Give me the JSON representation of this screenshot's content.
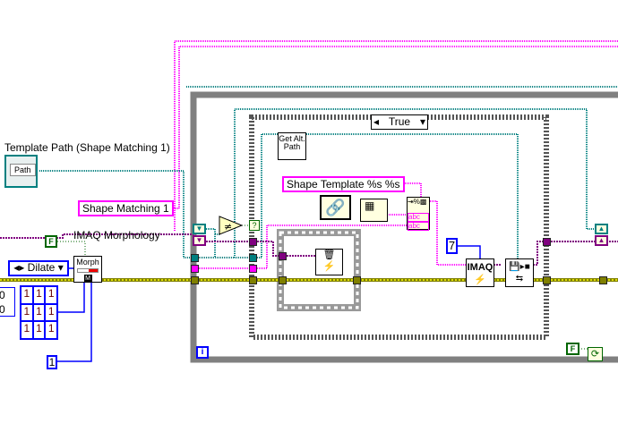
{
  "diagram": {
    "template_path_label": "Template Path (Shape Matching 1)",
    "template_path_text": "Path",
    "shape_matching_const": "Shape Matching 1",
    "morph_label": "IMAQ Morphology",
    "morph_node": "Morph",
    "false_const": "F",
    "dilate_enum": "Dilate",
    "array_index_values": [
      "0",
      "0"
    ],
    "kernel": [
      "1",
      "1",
      "1",
      "1",
      "1",
      "1",
      "1",
      "1",
      "1"
    ],
    "one_const": "1",
    "case_selector": "True",
    "get_alt_path": "Get Alt. Path",
    "format_string": "Shape Template %s %s",
    "format_inputs": [
      "abc",
      "abc"
    ],
    "seven_const": "7",
    "imaq_node": "IMAQ",
    "iteration_terminal": "i",
    "stop_const": "F",
    "question_terminal": "?"
  },
  "colors": {
    "path": "#008080",
    "string": "#ff00ff",
    "image": "#808000",
    "refnum": "#800080",
    "numeric": "#0000ff",
    "boolean": "#006600"
  }
}
